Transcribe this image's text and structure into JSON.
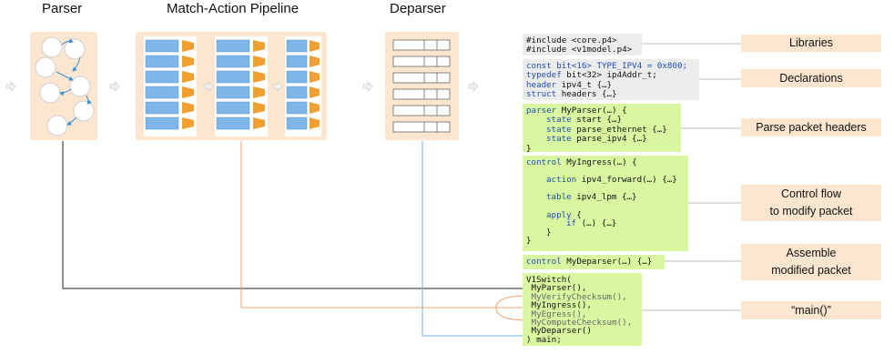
{
  "stages": {
    "parser_title": "Parser",
    "pipeline_title": "Match-Action Pipeline",
    "deparser_title": "Deparser"
  },
  "code": {
    "libraries": [
      "#include <core.p4>",
      "#include <v1model.p4>"
    ],
    "declarations": {
      "line1": "const bit<16> TYPE_IPV4 = 0x800;",
      "line2_kw": "typedef",
      "line2_rest": " bit<32> ip4Addr_t;",
      "line3_kw": "header",
      "line3_rest": " ipv4_t {…}",
      "line4_kw": "struct",
      "line4_rest": " headers {…}"
    },
    "parser": {
      "kw": "parser",
      "head": " MyParser(…) {",
      "s1_kw": "state",
      "s1": " start {…}",
      "s2_kw": "state",
      "s2": " parse_ethernet {…}",
      "s3_kw": "state",
      "s3": " parse_ipv4 {…}",
      "close": "}"
    },
    "ingress": {
      "kw": "control",
      "head": " MyIngress(…) {",
      "a_kw": "action",
      "a": " ipv4_forward(…) {…}",
      "t_kw": "table",
      "t": " ipv4_lpm {…}",
      "ap_kw": "apply",
      "ap": " {",
      "if_kw": "if",
      "if": " (…) {…}",
      "inner_close": "}",
      "close": "}"
    },
    "deparser": {
      "kw": "control",
      "rest": " MyDeparser(…) {…}"
    },
    "main": {
      "l1": "V1Switch(",
      "l2": " MyParser(),",
      "l3": " MyVerifyChecksum(),",
      "l4": " MyIngress(),",
      "l5": " MyEgress(),",
      "l6": " MyComputeChecksum(),",
      "l7": " MyDeparser()",
      "l8": ") main;"
    }
  },
  "labels": {
    "libraries": "Libraries",
    "declarations": "Declarations",
    "parse": "Parse packet headers",
    "control_1": "Control flow",
    "control_2": "to modify packet",
    "assemble_1": "Assemble",
    "assemble_2": "modified packet",
    "main": "“main()”"
  },
  "colors": {
    "stage_fill": "#fde6d0",
    "table_blue": "#7eb6e8",
    "action_orange": "#f0a030",
    "code_green": "#d9f7a0",
    "code_gray": "#ececec",
    "keyword_blue": "#1f4fb8",
    "line_black": "#222222",
    "line_orange": "#f0a070",
    "line_blue": "#6fb3dd"
  }
}
